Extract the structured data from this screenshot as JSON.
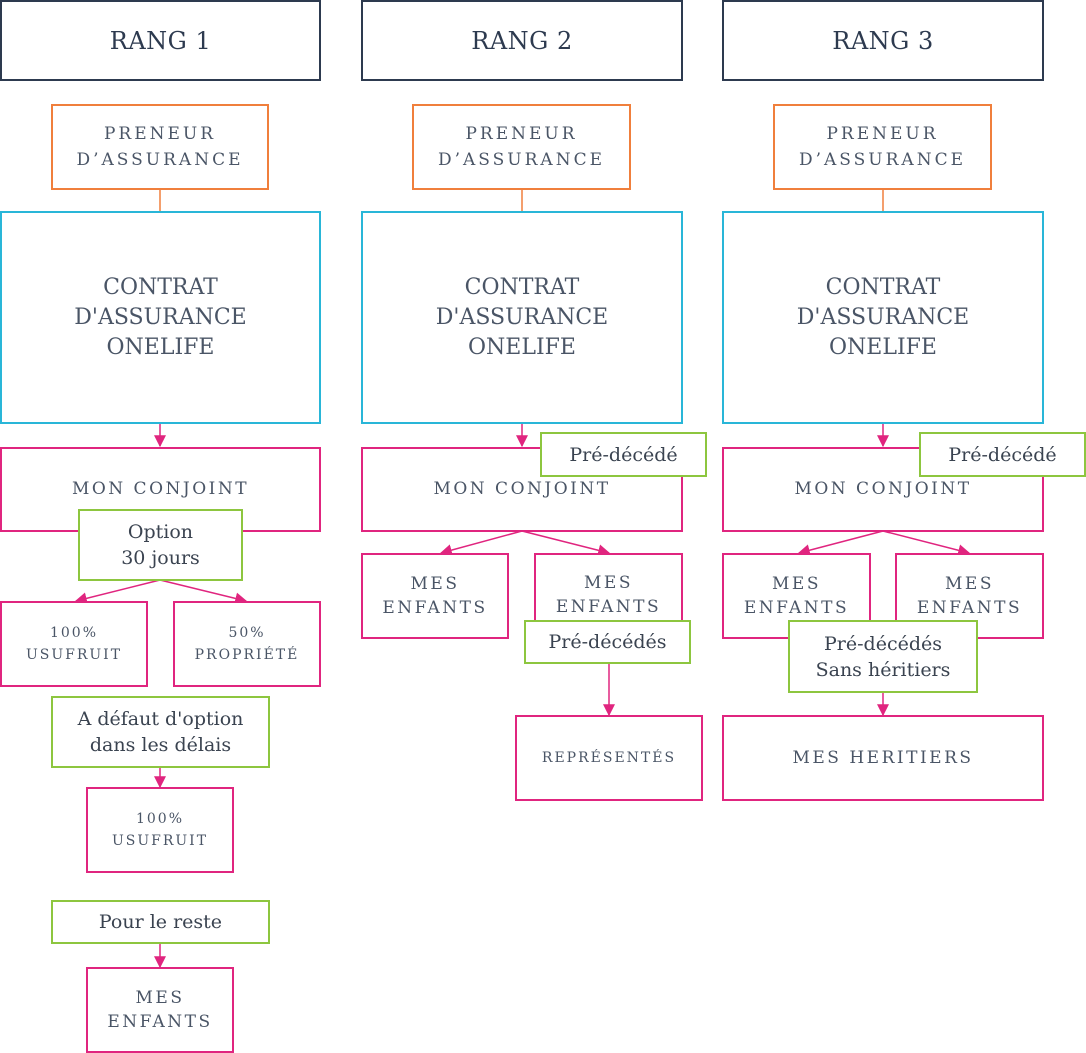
{
  "colors": {
    "rank": "#2d3a4f",
    "holder": "#f07f3c",
    "contract": "#29b6d8",
    "beneficiary": "#e0257f",
    "condition": "#8dc63f",
    "holder_line": "#f07f3c",
    "flow_arrow": "#e0257f"
  },
  "columns": [
    {
      "rank": "RANG 1",
      "holder": "PRENEUR\nD’ASSURANCE",
      "contract": "CONTRAT\nD'ASSURANCE\nONELIFE",
      "spouse": "MON CONJOINT",
      "option": "Option\n30 jours",
      "usufruct_100": "100%\nUSUFRUIT",
      "ownership_50": "50%\nPROPRIÉTÉ",
      "default_option": "A défaut d'option\ndans les délais",
      "usufruct_default": "100%\nUSUFRUIT",
      "remainder": "Pour le reste",
      "children": "MES\nENFANTS"
    },
    {
      "rank": "RANG 2",
      "holder": "PRENEUR\nD’ASSURANCE",
      "contract": "CONTRAT\nD'ASSURANCE\nONELIFE",
      "spouse": "MON CONJOINT",
      "predeceased": "Pré-décédé",
      "children_left": "MES\nENFANTS",
      "children_right": "MES\nENFANTS",
      "children_predeceased": "Pré-décédés",
      "represented": "REPRÉSENTÉS"
    },
    {
      "rank": "RANG 3",
      "holder": "PRENEUR\nD’ASSURANCE",
      "contract": "CONTRAT\nD'ASSURANCE\nONELIFE",
      "spouse": "MON CONJOINT",
      "predeceased": "Pré-décédé",
      "children_left": "MES\nENFANTS",
      "children_right": "MES\nENFANTS",
      "children_predeceased": "Pré-décédés\nSans héritiers",
      "heirs": "MES HERITIERS"
    }
  ]
}
